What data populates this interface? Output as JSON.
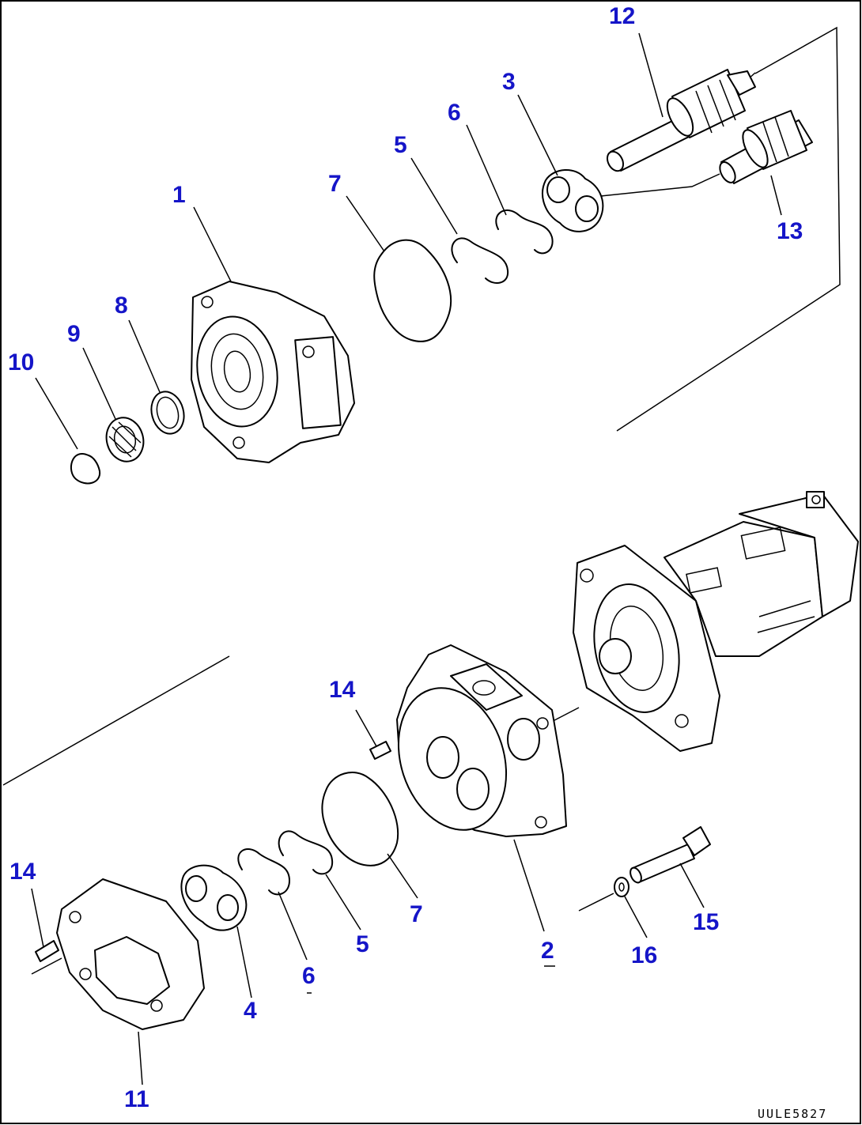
{
  "callouts": {
    "c12": "12",
    "c3": "3",
    "c6_top": "6",
    "c5_top": "5",
    "c7_top": "7",
    "c1": "1",
    "c13": "13",
    "c8": "8",
    "c9": "9",
    "c10": "10",
    "c14_mid": "14",
    "c14_bot": "14",
    "c7_bot": "7",
    "c5_bot": "5",
    "c6_bot": "6",
    "c4": "4",
    "c2": "2",
    "c11": "11",
    "c15": "15",
    "c16": "16"
  },
  "drawing_code": "UULE5827"
}
